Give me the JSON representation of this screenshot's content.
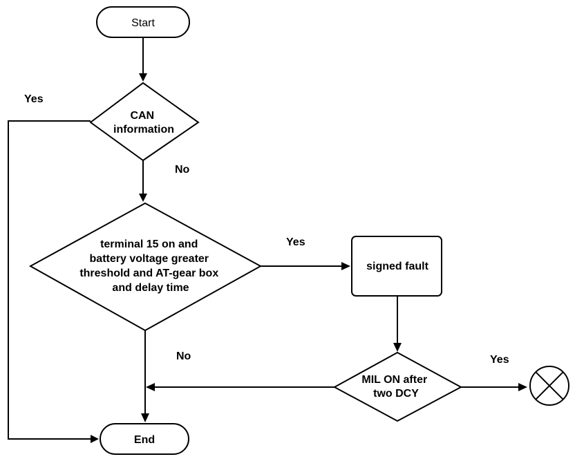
{
  "nodes": {
    "start": {
      "label": "Start"
    },
    "can_decision": {
      "lines": [
        "CAN",
        "information"
      ]
    },
    "condition_decision": {
      "lines": [
        "terminal 15 on and",
        "battery voltage greater",
        "threshold and AT-gear box",
        "and delay time"
      ]
    },
    "signed_fault": {
      "label": "signed fault"
    },
    "mil_decision": {
      "lines": [
        "MIL ON after",
        "two DCY"
      ]
    },
    "end": {
      "label": "End"
    },
    "lamp": {
      "icon": "lamp-cross-icon"
    }
  },
  "edge_labels": {
    "can_yes": "Yes",
    "can_no": "No",
    "condition_yes": "Yes",
    "condition_no": "No",
    "mil_yes": "Yes"
  }
}
